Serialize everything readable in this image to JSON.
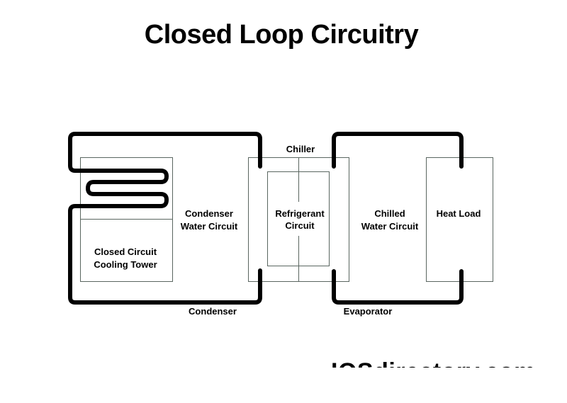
{
  "title": "Closed Loop Circuitry",
  "labels": {
    "chiller": "Chiller",
    "condenser_water_circuit_line1": "Condenser",
    "condenser_water_circuit_line2": "Water Circuit",
    "refrigerant_circuit_line1": "Refrigerant",
    "refrigerant_circuit_line2": "Circuit",
    "chilled_water_circuit_line1": "Chilled",
    "chilled_water_circuit_line2": "Water Circuit",
    "heat_load": "Heat Load",
    "cooling_tower_line1": "Closed Circuit",
    "cooling_tower_line2": "Cooling Tower",
    "condenser": "Condenser",
    "evaporator": "Evaporator"
  },
  "watermark": "IQSdirectory.com",
  "colors": {
    "pipe": "#000000",
    "box_border": "#5a6660",
    "text": "#000000",
    "background": "#ffffff"
  }
}
